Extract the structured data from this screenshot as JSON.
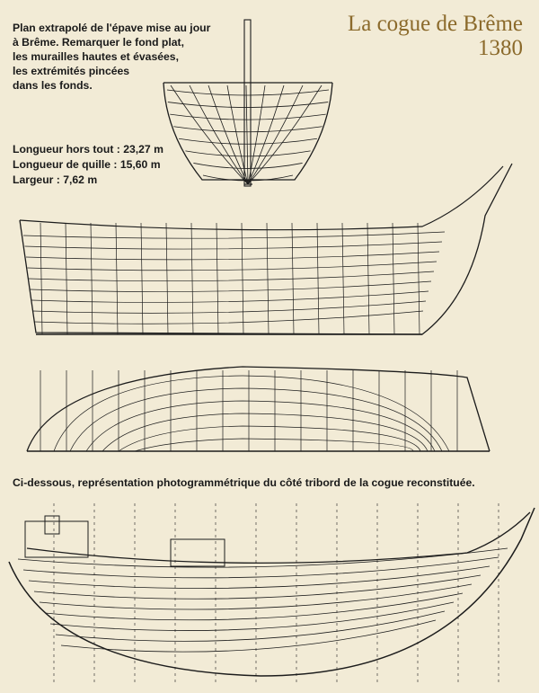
{
  "title": {
    "line1": "La cogue de Brême",
    "line2": "1380"
  },
  "caption_lines": [
    "Plan extrapolé de l'épave mise au jour",
    "à Brême. Remarquer le fond plat,",
    "les murailles hautes et évasées,",
    "les extrémités pincées",
    "dans les fonds."
  ],
  "dimensions": [
    "Longueur hors tout : 23,27 m",
    "Longueur de quille : 15,60 m",
    "Largeur : 7,62 m"
  ],
  "photo_caption": "Ci-dessous, représentation photogrammétrique du côté tribord de la cogue reconstituée.",
  "colors": {
    "background": "#f2ebd6",
    "title": "#8b6a2b",
    "ink": "#1c1c1c"
  }
}
